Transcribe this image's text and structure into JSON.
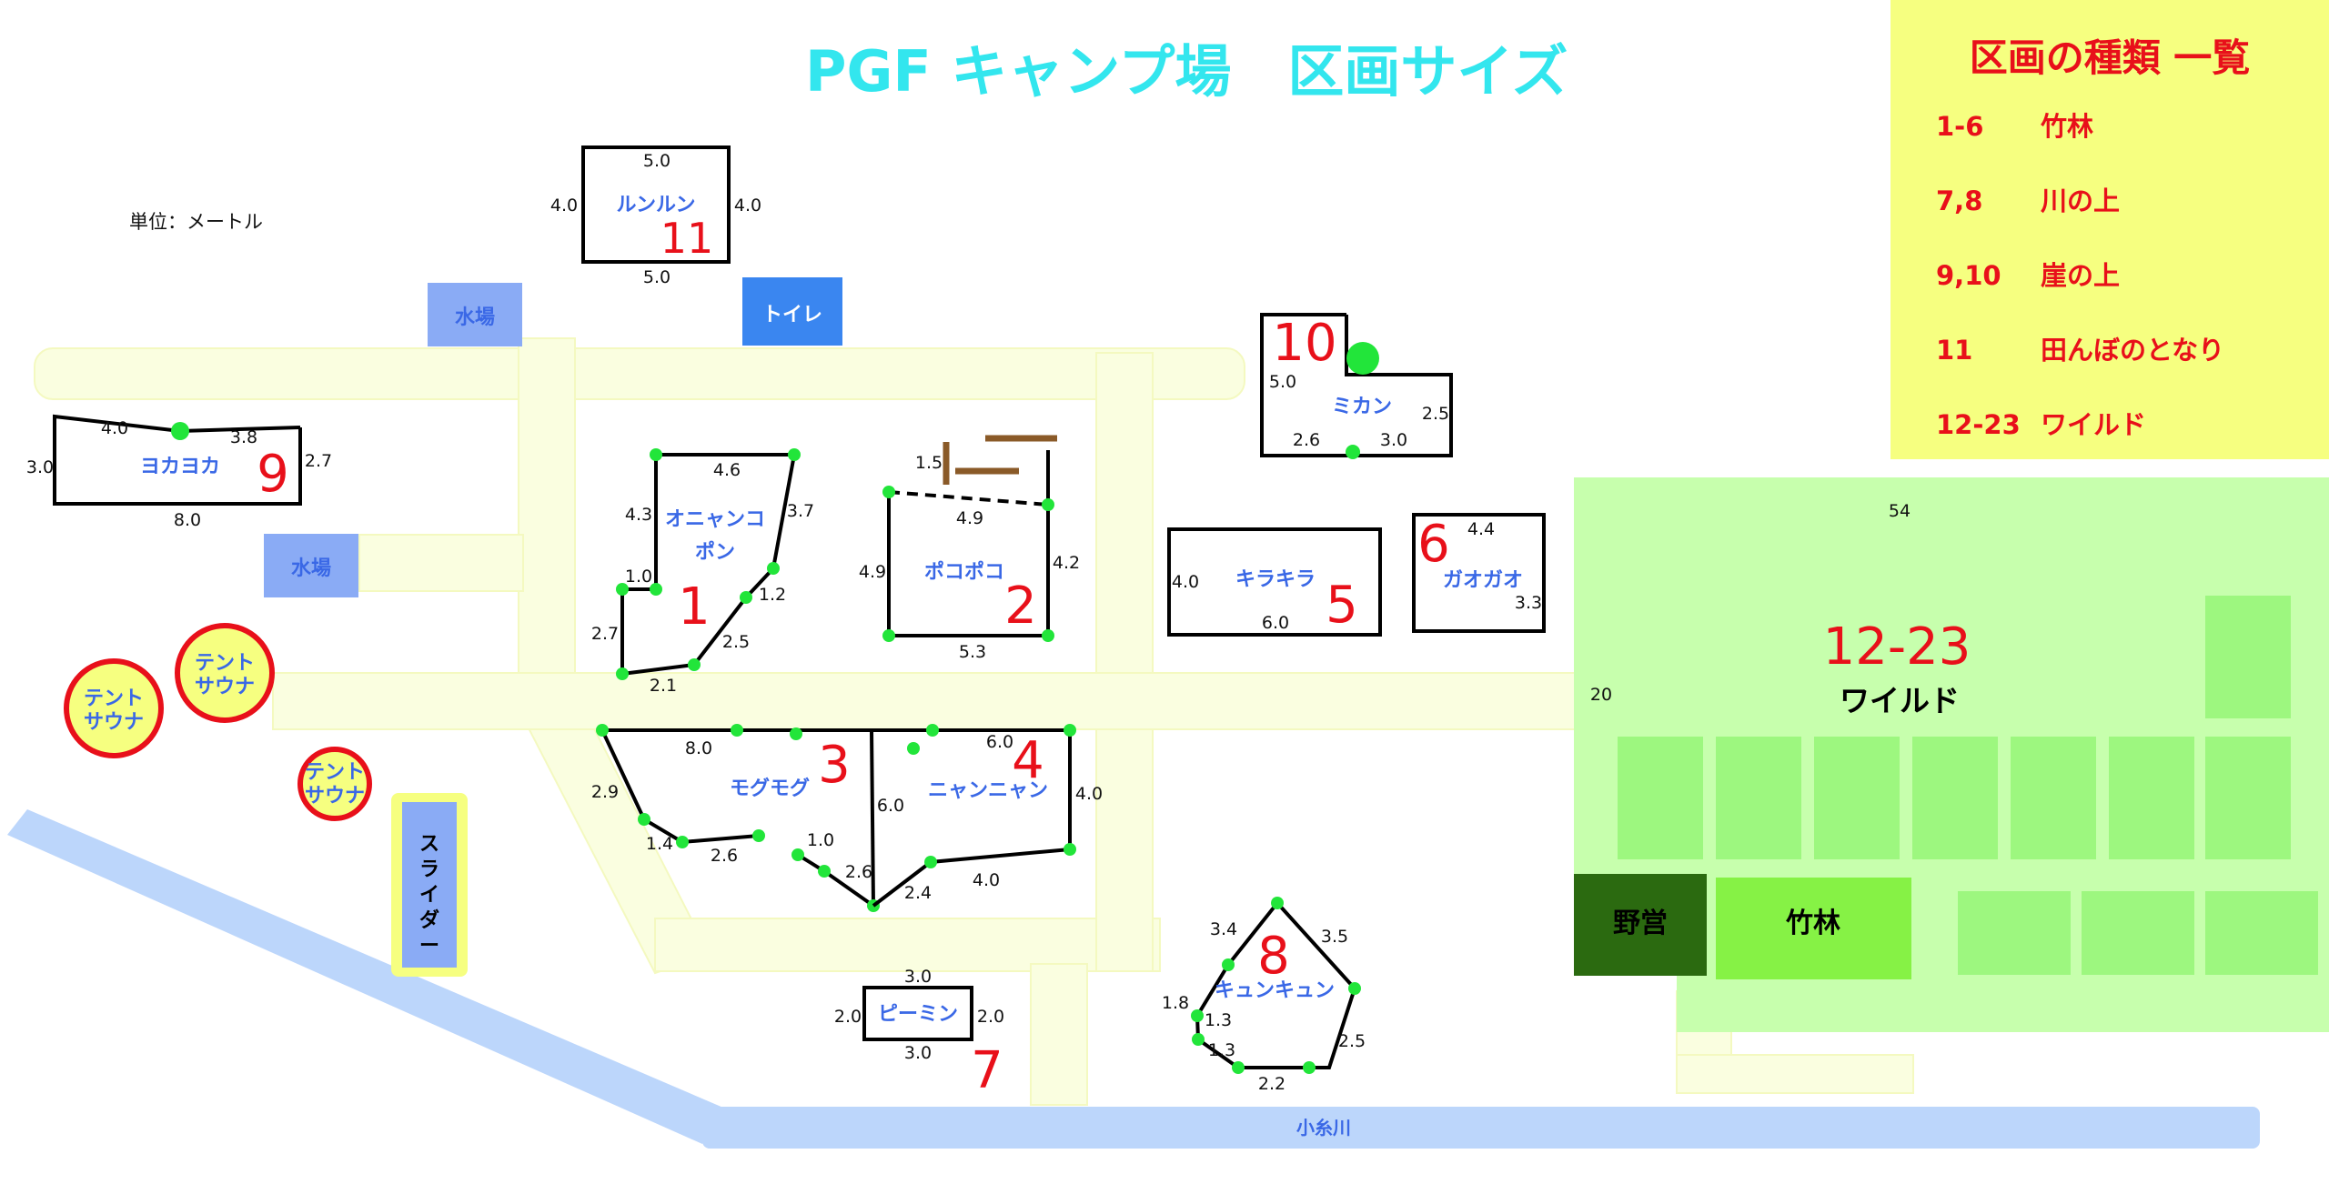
{
  "title": "PGF キャンプ場　区画サイズ",
  "unit_note": "単位：メートル",
  "legend": {
    "title": "区画の種類 一覧",
    "items": [
      {
        "range": "1-6",
        "type": "竹林"
      },
      {
        "range": "7,8",
        "type": "川の上"
      },
      {
        "range": "9,10",
        "type": "崖の上"
      },
      {
        "range": "11",
        "type": "田んぼのとなり"
      },
      {
        "range": "12-23",
        "type": "ワイルド"
      }
    ]
  },
  "facilities": {
    "water1": "水場",
    "water2": "水場",
    "toilet": "トイレ",
    "slider": "スライダー",
    "sauna1": "テント\nサウナ",
    "sauna2": "テント\nサウナ",
    "sauna3": "テント\nサウナ",
    "river": "小糸川",
    "yaei": "野営",
    "chikurin": "竹林"
  },
  "sites": {
    "s1": {
      "no": "1",
      "name1": "オニャンコ",
      "name2": "ポン",
      "dims": [
        "4.6",
        "3.7",
        "4.3",
        "1.0",
        "1.2",
        "2.7",
        "2.5",
        "2.1"
      ]
    },
    "s2": {
      "no": "2",
      "name": "ポコポコ",
      "dims": [
        "1.5",
        "4.9",
        "4.9",
        "4.2",
        "5.3"
      ]
    },
    "s3": {
      "no": "3",
      "name": "モグモグ",
      "dims": [
        "8.0",
        "2.9",
        "1.4",
        "2.6",
        "1.0",
        "2.6"
      ]
    },
    "s4": {
      "no": "4",
      "name": "ニャンニャン",
      "dims": [
        "6.0",
        "6.0",
        "4.0",
        "2.4",
        "4.0"
      ]
    },
    "s5": {
      "no": "5",
      "name": "キラキラ",
      "dims": [
        "4.0",
        "6.0"
      ]
    },
    "s6": {
      "no": "6",
      "name": "ガオガオ",
      "dims": [
        "4.4",
        "3.3"
      ]
    },
    "s7": {
      "no": "7",
      "name": "ピーミン",
      "dims": [
        "3.0",
        "2.0",
        "2.0",
        "3.0"
      ]
    },
    "s8": {
      "no": "8",
      "name": "キュンキュン",
      "dims": [
        "3.4",
        "3.5",
        "1.8",
        "1.3",
        "1.3",
        "2.5",
        "2.2"
      ]
    },
    "s9": {
      "no": "9",
      "name": "ヨカヨカ",
      "dims": [
        "4.0",
        "3.8",
        "3.0",
        "2.7",
        "8.0"
      ]
    },
    "s10": {
      "no": "10",
      "name": "ミカン",
      "dims": [
        "5.0",
        "2.5",
        "2.6",
        "3.0"
      ]
    },
    "s11": {
      "no": "11",
      "name": "ルンルン",
      "dims": [
        "5.0",
        "4.0",
        "4.0",
        "5.0"
      ]
    },
    "wild": {
      "no": "12-23",
      "name": "ワイルド",
      "dims": [
        "54",
        "20"
      ]
    }
  },
  "colors": {
    "title": "#33e6ee",
    "number": "#e8101a",
    "site_name": "#3a68e6",
    "legend_bg": "#f6ff80",
    "wild_area": "#c7ffad",
    "path": "#fafee0",
    "river": "#bcd6fb",
    "marker": "#22e53a"
  }
}
